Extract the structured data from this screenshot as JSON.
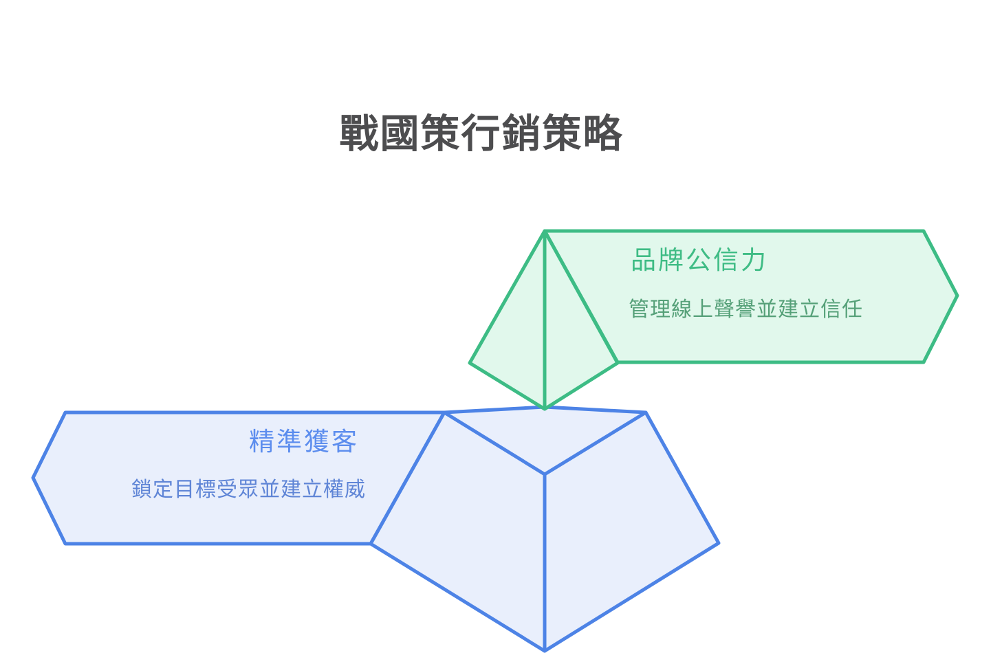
{
  "title": "戰國策行銷策略",
  "colors": {
    "background": "#ffffff",
    "title_text": "#4d4d4f",
    "green_stroke": "#3dbc85",
    "green_fill": "#e1f8ec",
    "green_title": "#3fbc85",
    "green_subtitle": "#55a078",
    "blue_stroke": "#4d83e6",
    "blue_fill": "#e9effc",
    "blue_title": "#5c8dee",
    "blue_subtitle": "#5f85d6"
  },
  "levels": [
    {
      "id": "top",
      "label": "品牌公信力",
      "description": "管理線上聲譽並建立信任",
      "theme": "green",
      "banner_side": "right"
    },
    {
      "id": "bottom",
      "label": "精準獲客",
      "description": "鎖定目標受眾並建立權威",
      "theme": "blue",
      "banner_side": "left"
    }
  ]
}
